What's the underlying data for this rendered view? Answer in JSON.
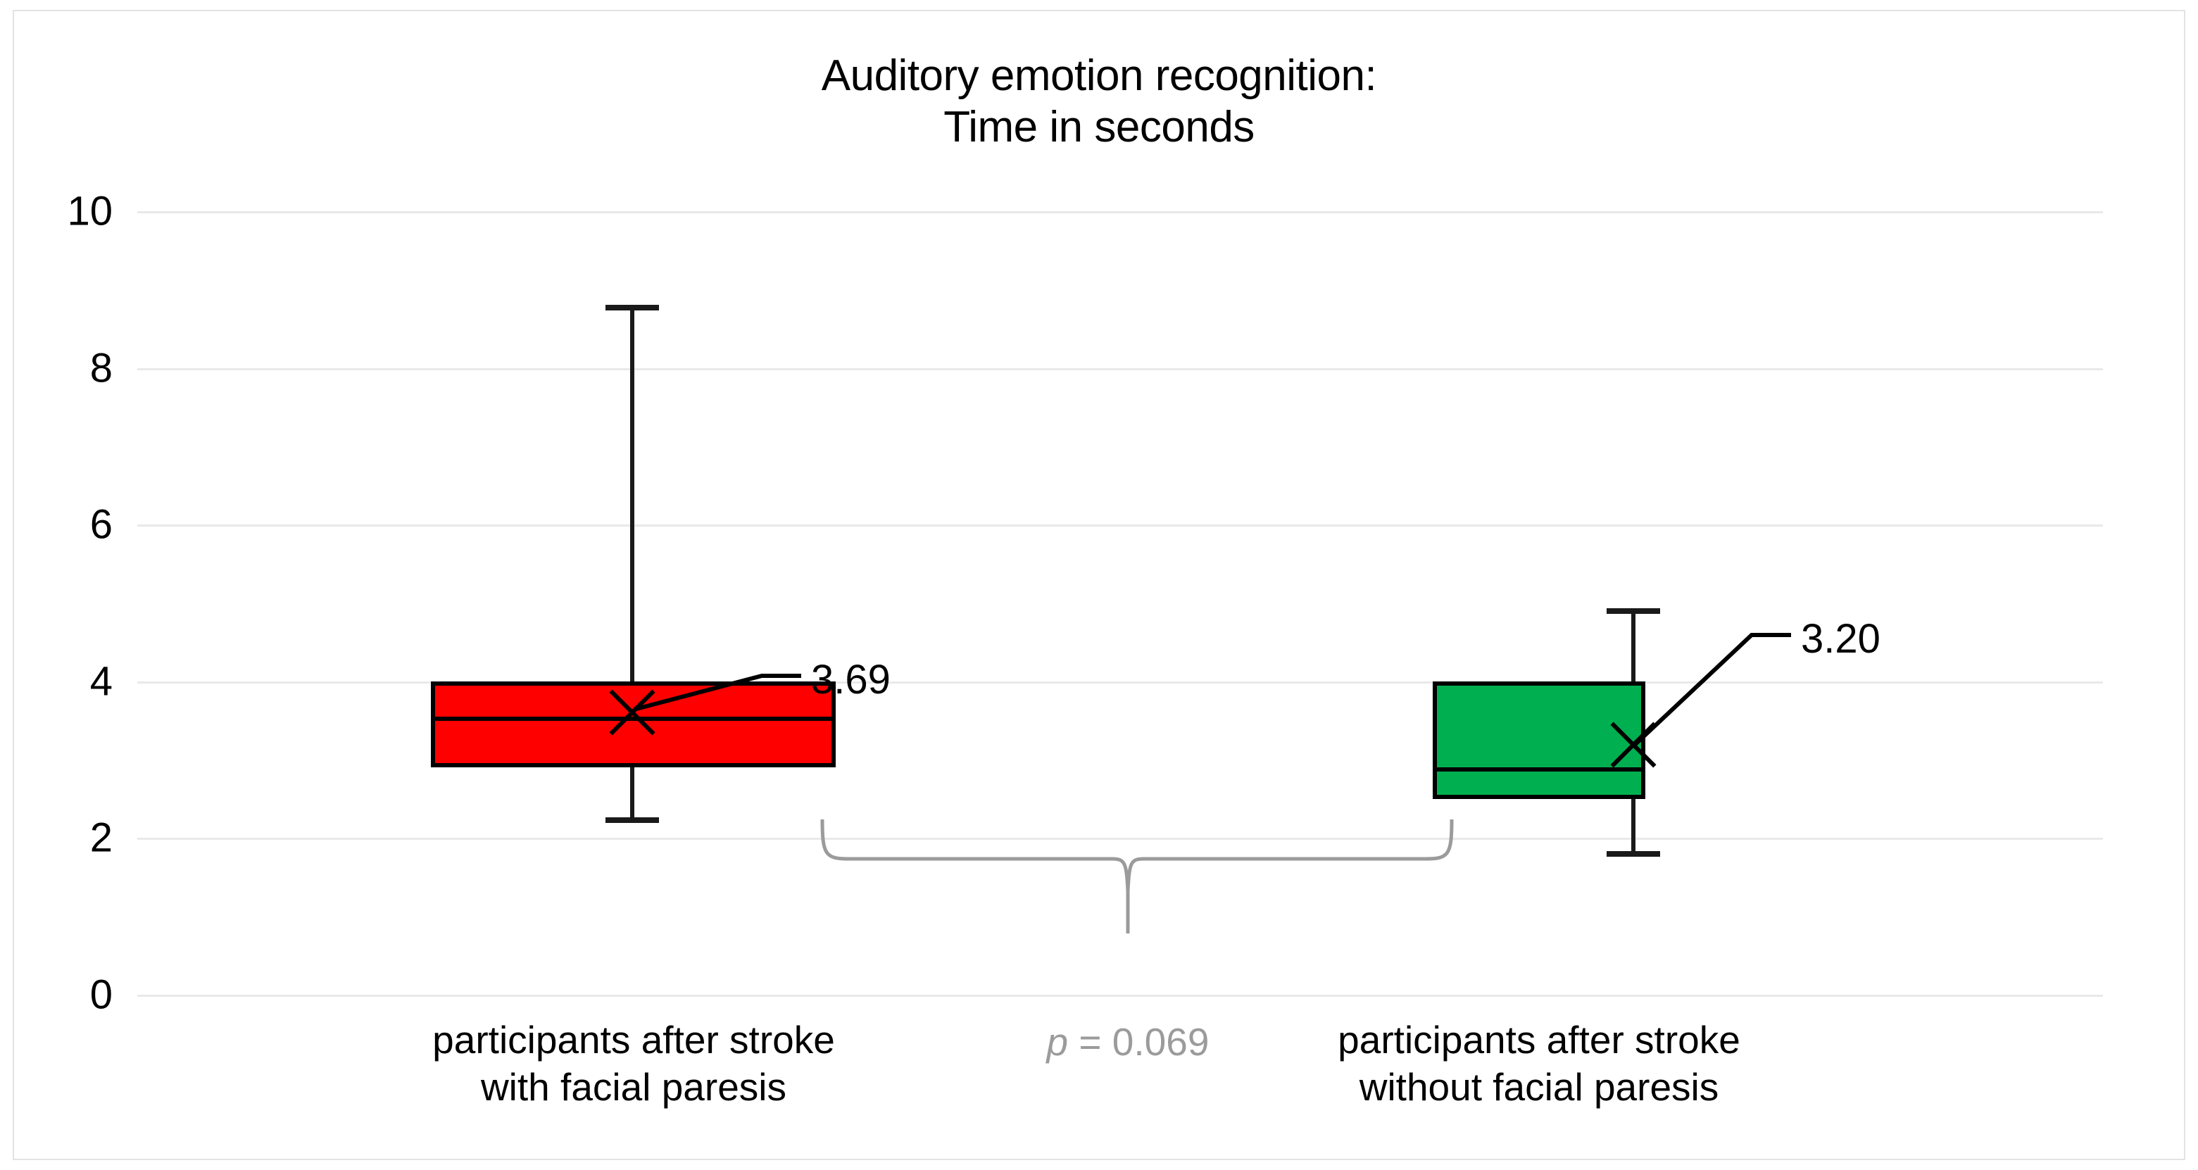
{
  "chart_data": {
    "type": "box",
    "title": "Auditory emotion recognition: Time in seconds",
    "title_line1": "Auditory emotion recognition:",
    "title_line2": "Time in seconds",
    "xlabel": "",
    "ylabel": "",
    "ylim": [
      0,
      10
    ],
    "ytick_labels": [
      "10",
      "8",
      "6",
      "4",
      "2",
      "0"
    ],
    "ytick_values": [
      10,
      8,
      6,
      4,
      2,
      0
    ],
    "grid": true,
    "legend": "none",
    "categories": [
      "participants after stroke with facial paresis",
      "participants after stroke without facial paresis"
    ],
    "series": [
      {
        "name": "participants after stroke with facial paresis",
        "label_line1": "participants after stroke",
        "label_line2": "with facial paresis",
        "color": "#FF0000",
        "whisker_high": 8.77,
        "q3": 4.0,
        "median": 3.55,
        "q1": 2.9,
        "whisker_low": 2.25,
        "mean": 3.69,
        "mean_label": "3.69"
      },
      {
        "name": "participants after stroke without facial paresis",
        "label_line1": "participants after stroke",
        "label_line2": "without facial paresis",
        "color": "#00B050",
        "whisker_high": 4.92,
        "q3": 4.0,
        "median": 2.88,
        "q1": 2.5,
        "whisker_low": 1.82,
        "mean": 3.2,
        "mean_label": "3.20"
      }
    ],
    "annotations": [
      {
        "type": "significance-bracket",
        "text": "p = 0.069",
        "p_symbol": "p",
        "p_rest": " = 0.069",
        "color": "#9b9b9b"
      }
    ]
  },
  "axis": {
    "tick_10": "10",
    "tick_8": "8",
    "tick_6": "6",
    "tick_4": "4",
    "tick_2": "2",
    "tick_0": "0"
  },
  "colors": {
    "red_box": "#FF0000",
    "green_box": "#00B050",
    "gridline": "#e9e9e9",
    "bracket": "#9b9b9b",
    "outline": "#000000",
    "frame_border": "#e3e3e3"
  }
}
